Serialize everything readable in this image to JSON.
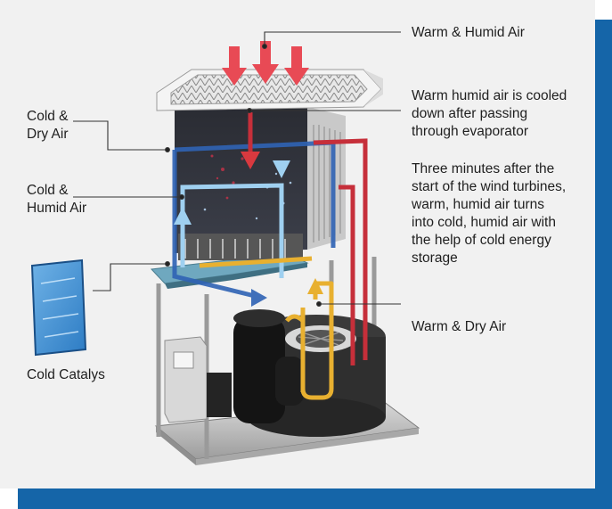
{
  "labels": {
    "warm_humid_air": "Warm & Humid Air",
    "cooled_note": "Warm humid air is cooled\ndown after passing\nthrough evaporator",
    "three_minutes_note": "Three minutes after the\nstart of the wind turbines,\nwarm, humid air turns\ninto cold, humid air with\nthe help of cold energy\nstorage",
    "cold_dry_air": "Cold &\nDry Air",
    "cold_humid_air": "Cold &\nHumid Air",
    "warm_dry_air": "Warm & Dry Air",
    "cold_catalys": "Cold Catalys"
  },
  "colors": {
    "card_background": "#f1f1f1",
    "accent_blue": "#1565a8",
    "warm_flow_red": "#c62f3a",
    "cold_dry_flow_blue": "#2f63b5",
    "cold_humid_flow_lightblue": "#9fd0f0",
    "warm_dry_flow_yellow": "#e8b030"
  }
}
